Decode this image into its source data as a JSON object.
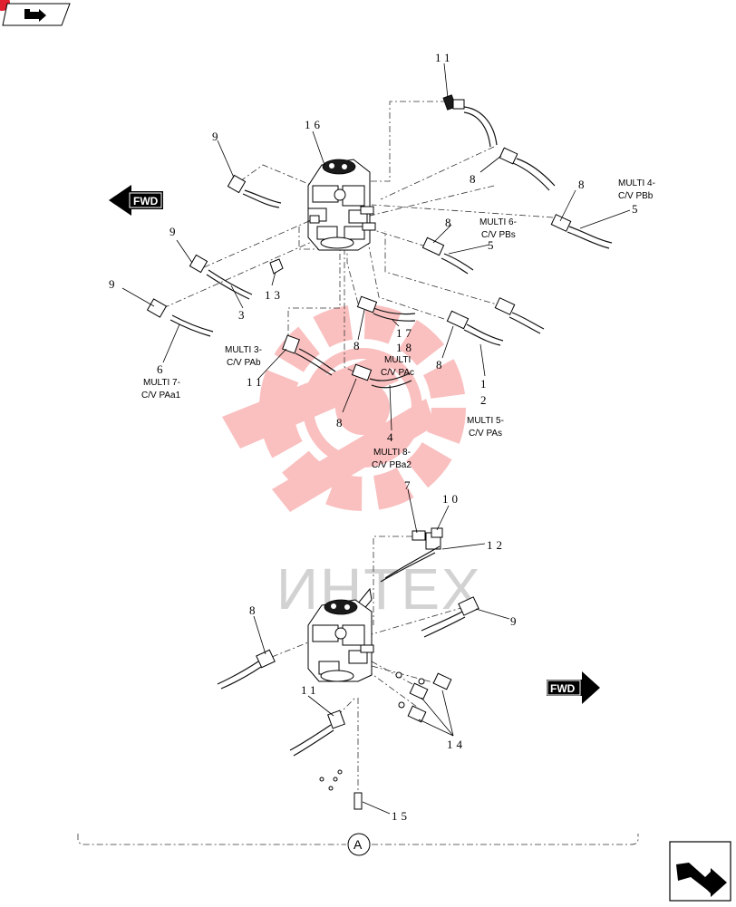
{
  "nav": {
    "top_left_icon": "forward-arrow-icon",
    "bottom_right_icon": "next-page-arrow-icon"
  },
  "fwd_arrows": [
    {
      "id": "fwd-left",
      "text": "FWD"
    },
    {
      "id": "fwd-right",
      "text": "FWD"
    }
  ],
  "callouts": {
    "c11_top": "11",
    "c16": "16",
    "c9_a": "9",
    "c8_a": "8",
    "c8_b": "8",
    "c5_a": "5",
    "c8_c": "8",
    "c5_b": "5",
    "c9_b": "9",
    "c13": "13",
    "c9_c": "9",
    "c3": "3",
    "c6": "6",
    "c17": "17",
    "c18": "18",
    "c8_d": "8",
    "c8_e": "8",
    "c1": "1",
    "c2": "2",
    "c11_mid": "11",
    "c8_f": "8",
    "c4": "4",
    "c7": "7",
    "c10": "10",
    "c12": "12",
    "c8_g": "8",
    "c9_d": "9",
    "c11_bot": "11",
    "c14": "14",
    "c15": "15"
  },
  "labels": {
    "multi4": [
      "MULTI 4-",
      "C/V PBb"
    ],
    "multi6": [
      "MULTI 6-",
      "C/V PBs"
    ],
    "multi3": [
      "MULTI 3-",
      "C/V PAb"
    ],
    "multi7": [
      "MULTI 7-",
      "C/V PAa1"
    ],
    "multi_pac": [
      "MULTI",
      "C/V PAc"
    ],
    "multi5": [
      "MULTI 5-",
      "C/V PAs"
    ],
    "multi8": [
      "MULTI 8-",
      "C/V PBa2"
    ]
  },
  "detail_marker": "A",
  "watermark": {
    "text": "ИНТЕХ",
    "color": "#f24b4b"
  }
}
